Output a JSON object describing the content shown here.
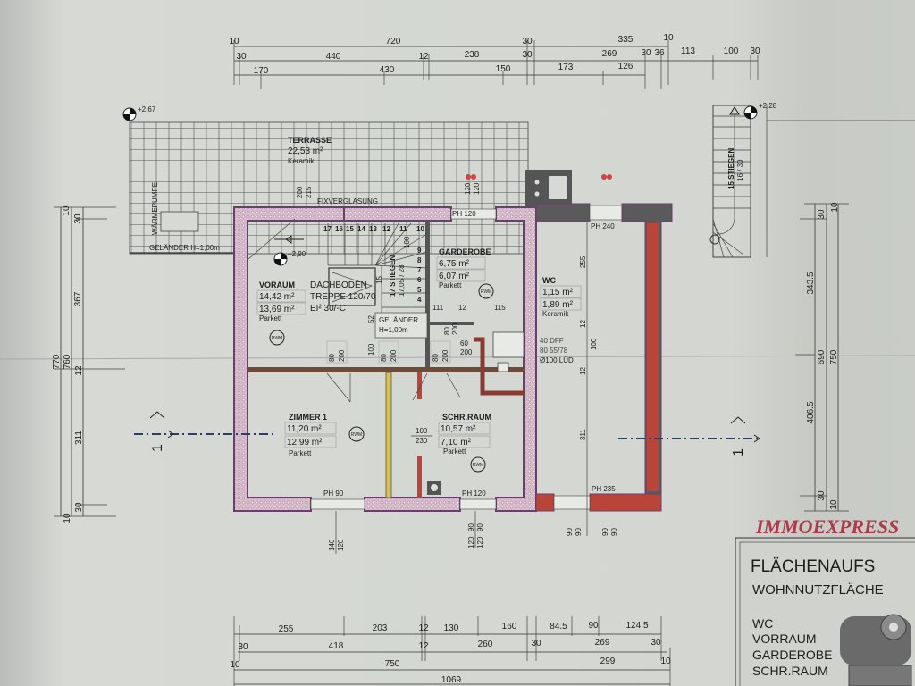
{
  "dimensions": {
    "top_row1": [
      "10",
      "720",
      "30",
      "335",
      "10"
    ],
    "top_row2": [
      "30",
      "440",
      "12",
      "238",
      "30",
      "269",
      "30",
      "36",
      "113",
      "100",
      "30"
    ],
    "top_row3": [
      "170",
      "430",
      "150",
      "173",
      "126"
    ],
    "bottom_row1": [
      "255",
      "203",
      "12",
      "130",
      "160",
      "84.5",
      "90",
      "124.5"
    ],
    "bottom_row2": [
      "30",
      "418",
      "12",
      "260",
      "30",
      "269",
      "30"
    ],
    "bottom_row3": [
      "10",
      "750",
      "299",
      "10"
    ],
    "bottom_row4": [
      "1069"
    ],
    "left": [
      "10",
      "30",
      "367",
      "770",
      "760",
      "12",
      "311",
      "30",
      "10"
    ],
    "right": [
      "10",
      "30",
      "343.5",
      "690",
      "750",
      "406.5",
      "30",
      "10"
    ]
  },
  "levels": {
    "terrace": "+2,67",
    "stair_outside": "+2,28",
    "voraum": "+2,90"
  },
  "rooms": {
    "terrasse": {
      "name": "TERRASSE",
      "area": "22,53 m²",
      "floor": "Keramik"
    },
    "voraum": {
      "name": "VORAUM",
      "area1": "14,42 m²",
      "area2": "13,69 m²",
      "floor": "Parkett"
    },
    "garderobe": {
      "name": "GARDEROBE",
      "area1": "6,75 m²",
      "area2": "6,07 m²",
      "floor": "Parkett"
    },
    "wc": {
      "name": "WC",
      "area1": "1,15 m²",
      "area2": "1,89 m²",
      "floor": "Keramik"
    },
    "zimmer1": {
      "name": "ZIMMER 1",
      "area1": "11,20 m²",
      "area2": "12,99 m²",
      "floor": "Parkett"
    },
    "schrraum": {
      "name": "SCHR.RAUM",
      "area1": "10,57 m²",
      "area2": "7,10 m²",
      "floor": "Parkett"
    }
  },
  "labels": {
    "fixverglasung": "FIXVERGLASUNG",
    "waermepumpe": "WÄRMEPUMPE",
    "gelaender_terrace": "GELÄNDER H=1,00m",
    "gelaender_stair_1": "GELÄNDER",
    "gelaender_stair_2": "H=1,00m",
    "dachboden_1": "DACHBODEN",
    "dachboden_2": "TREPPE 120/70",
    "dachboden_3": "EI² 30/-C",
    "dachboden_15": "15",
    "stiegen_inner_1": "17 STIEGEN",
    "stiegen_inner_2": "17,05 / 28",
    "stiegen_outer_1": "15 STIEGEN",
    "stiegen_outer_2": "16 / 30",
    "steps_top": [
      "17",
      "16",
      "15",
      "14",
      "13",
      "12",
      "11",
      "10"
    ],
    "steps_side": [
      "9",
      "8",
      "7",
      "6",
      "5",
      "4"
    ],
    "ph_top": "PH 120",
    "ph_wc": "PH 240",
    "ph_zimmer": "PH 90",
    "ph_schr": "PH 120",
    "ph_ext": "PH 235",
    "door_80_200": "80",
    "door_200": "200",
    "door_60_200": "60",
    "door_100": "100",
    "door_230": "230",
    "win_200": "200",
    "win_215": "215",
    "win_120": "120",
    "win_140": "140",
    "win_90": "90",
    "dim_100": "100",
    "dim_52": "52",
    "dim_111": "111",
    "dim_12": "12",
    "dim_115": "115",
    "dim_255": "255",
    "dim_311": "311",
    "dff_1": "40 DFF",
    "dff_2": "80 55/78",
    "lued": "Ø100 LÜD",
    "rwm": "RWM",
    "section": "1"
  },
  "title_block": {
    "heading": "FLÄCHENAUFS",
    "subheading": "WOHNNUTZFLÄCHE",
    "items": [
      "WC",
      "VORRAUM",
      "GARDEROBE",
      "SCHR.RAUM"
    ]
  },
  "watermark": "IMMOEXPRESS",
  "colors": {
    "paper": "#d4d7d2",
    "wall_fill": "#d8bccb",
    "wall_border": "#6a3f6e",
    "red_wall": "#b8443a",
    "yellow_wall": "#d8c24a",
    "section_line": "#2d3d6a"
  }
}
